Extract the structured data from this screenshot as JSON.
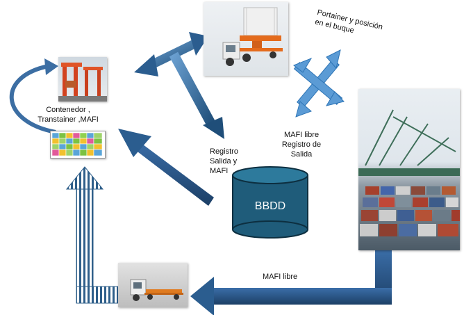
{
  "labels": {
    "container_transtainer_mafi": [
      "Contenedor ,",
      "Transtainer ,MAFI"
    ],
    "portainer_position": [
      "Portainer y posición",
      "en el buque"
    ],
    "mafi_libre_registro": [
      "MAFI  libre",
      "Registro de",
      "Salida"
    ],
    "registro_salida_mafi": [
      "Registro",
      "Salida y",
      "MAFI"
    ],
    "database": "BBDD",
    "mafi_libre_bottom": "MAFI  libre"
  },
  "icons": {
    "crane_photo": "transtainer-crane-photo",
    "yard_grid": "container-yard-grid",
    "truck_top": "truck-with-container-photo",
    "ship_photo": "ship-and-gantry-cranes-photo",
    "truck_bottom": "mafi-truck-photo"
  },
  "colors": {
    "arrow_dark": "#1f4e79",
    "arrow_mid": "#2e75b6",
    "arrow_light": "#5b9bd5",
    "db_fill": "#1f5c7a",
    "db_stroke": "#0d2f40"
  }
}
